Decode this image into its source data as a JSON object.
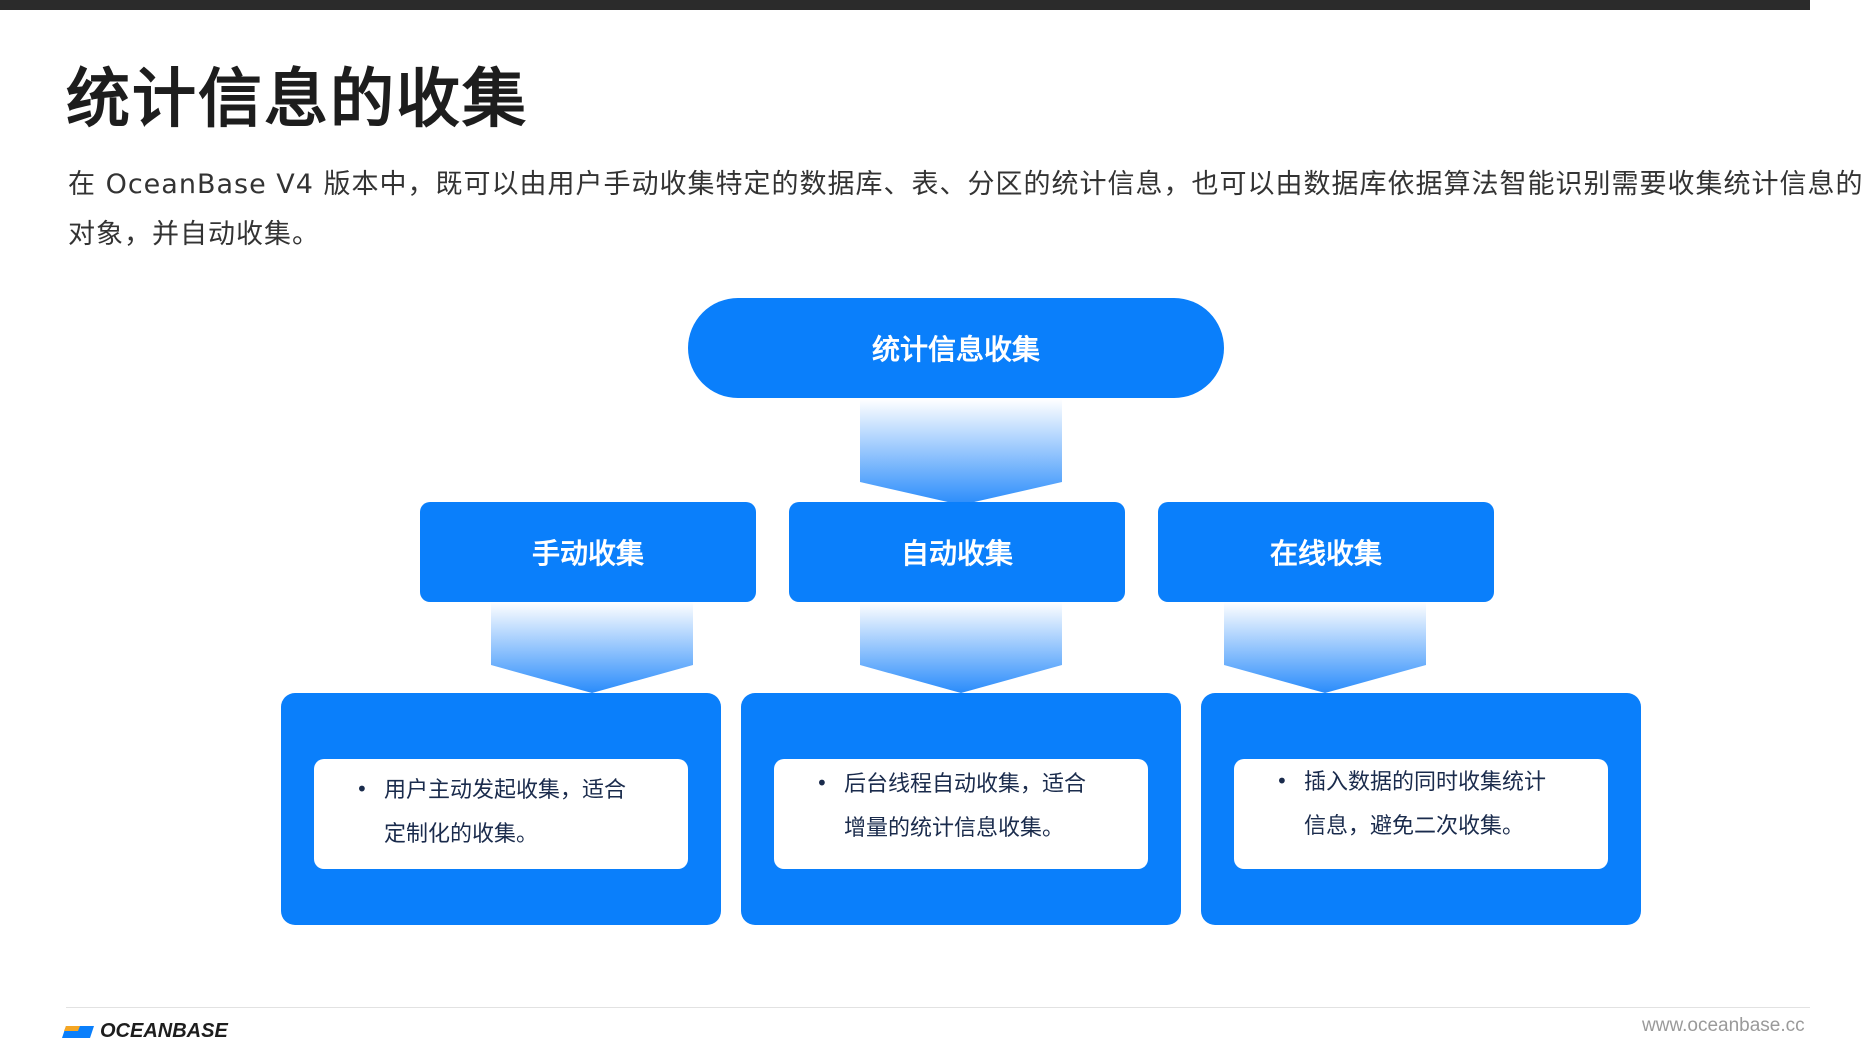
{
  "page": {
    "title": "统计信息的收集",
    "intro_line1": "在 OceanBase V4 版本中，既可以由用户手动收集特定的数据库、表、分区的统计信息，也可以由数据库依据算法智能识别需要收集统计信息的",
    "intro_line2": "对象，并自动收集。"
  },
  "diagram": {
    "root": "统计信息收集",
    "categories": [
      {
        "label": "手动收集",
        "bullet": "•",
        "desc_line1": "用户主动发起收集，适合",
        "desc_line2": "定制化的收集。"
      },
      {
        "label": "自动收集",
        "bullet": "•",
        "desc_line1": "后台线程自动收集，适合",
        "desc_line2": "增量的统计信息收集。"
      },
      {
        "label": "在线收集",
        "bullet": "•",
        "desc_line1": "插入数据的同时收集统计",
        "desc_line2": "信息，避免二次收集。"
      }
    ]
  },
  "footer": {
    "logo_text": "OCEANBASE",
    "url": "www.oceanbase.cc"
  },
  "colors": {
    "primary": "#0a7ffb",
    "title": "#1d1d1d",
    "body_text": "#333333",
    "card_text": "#1a2b4c"
  },
  "icons": {
    "logo": "oceanbase-logo-icon",
    "bullet": "bullet-icon",
    "arrow": "chevron-down-arrow-icon"
  }
}
